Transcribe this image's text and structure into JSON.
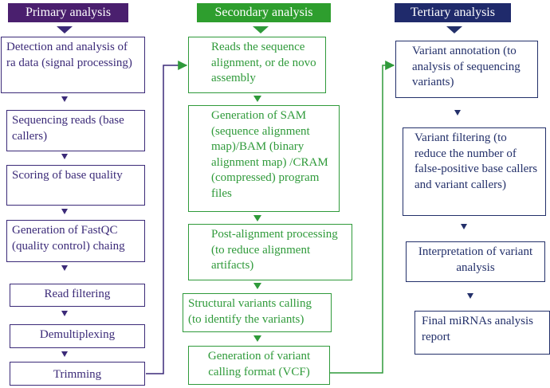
{
  "colors": {
    "primary": "#3b2a78",
    "primary_header": "#4a1f6e",
    "secondary": "#2f9a3a",
    "secondary_header": "#2e9e2e",
    "tertiary": "#23306a",
    "tertiary_header": "#1f2a6b"
  },
  "primary": {
    "title": "Primary analysis",
    "steps": [
      "Detection and analysis of ra data (signal processing)",
      "Sequencing reads (base callers)",
      "Scoring of base quality",
      "Generation of FastQC (quality control) chaing",
      "Read filtering",
      "Demultiplexing",
      "Trimming"
    ]
  },
  "secondary": {
    "title": "Secondary analysis",
    "steps": [
      "Reads the sequence alignment, or de novo assembly",
      "Generation of SAM (sequence alignment map)/BAM (binary alignment map) /CRAM (compressed) program files",
      "Post-alignment processing (to reduce alignment artifacts)",
      "Structural variants calling (to identify the variants)",
      "Generation of variant calling format (VCF)"
    ]
  },
  "tertiary": {
    "title": "Tertiary analysis",
    "steps": [
      "Variant annotation (to analysis of sequencing variants)",
      "Variant filtering (to reduce the number of false-positive base callers and variant callers)",
      "Interpretation of variant analysis",
      "Final miRNAs analysis report"
    ]
  }
}
